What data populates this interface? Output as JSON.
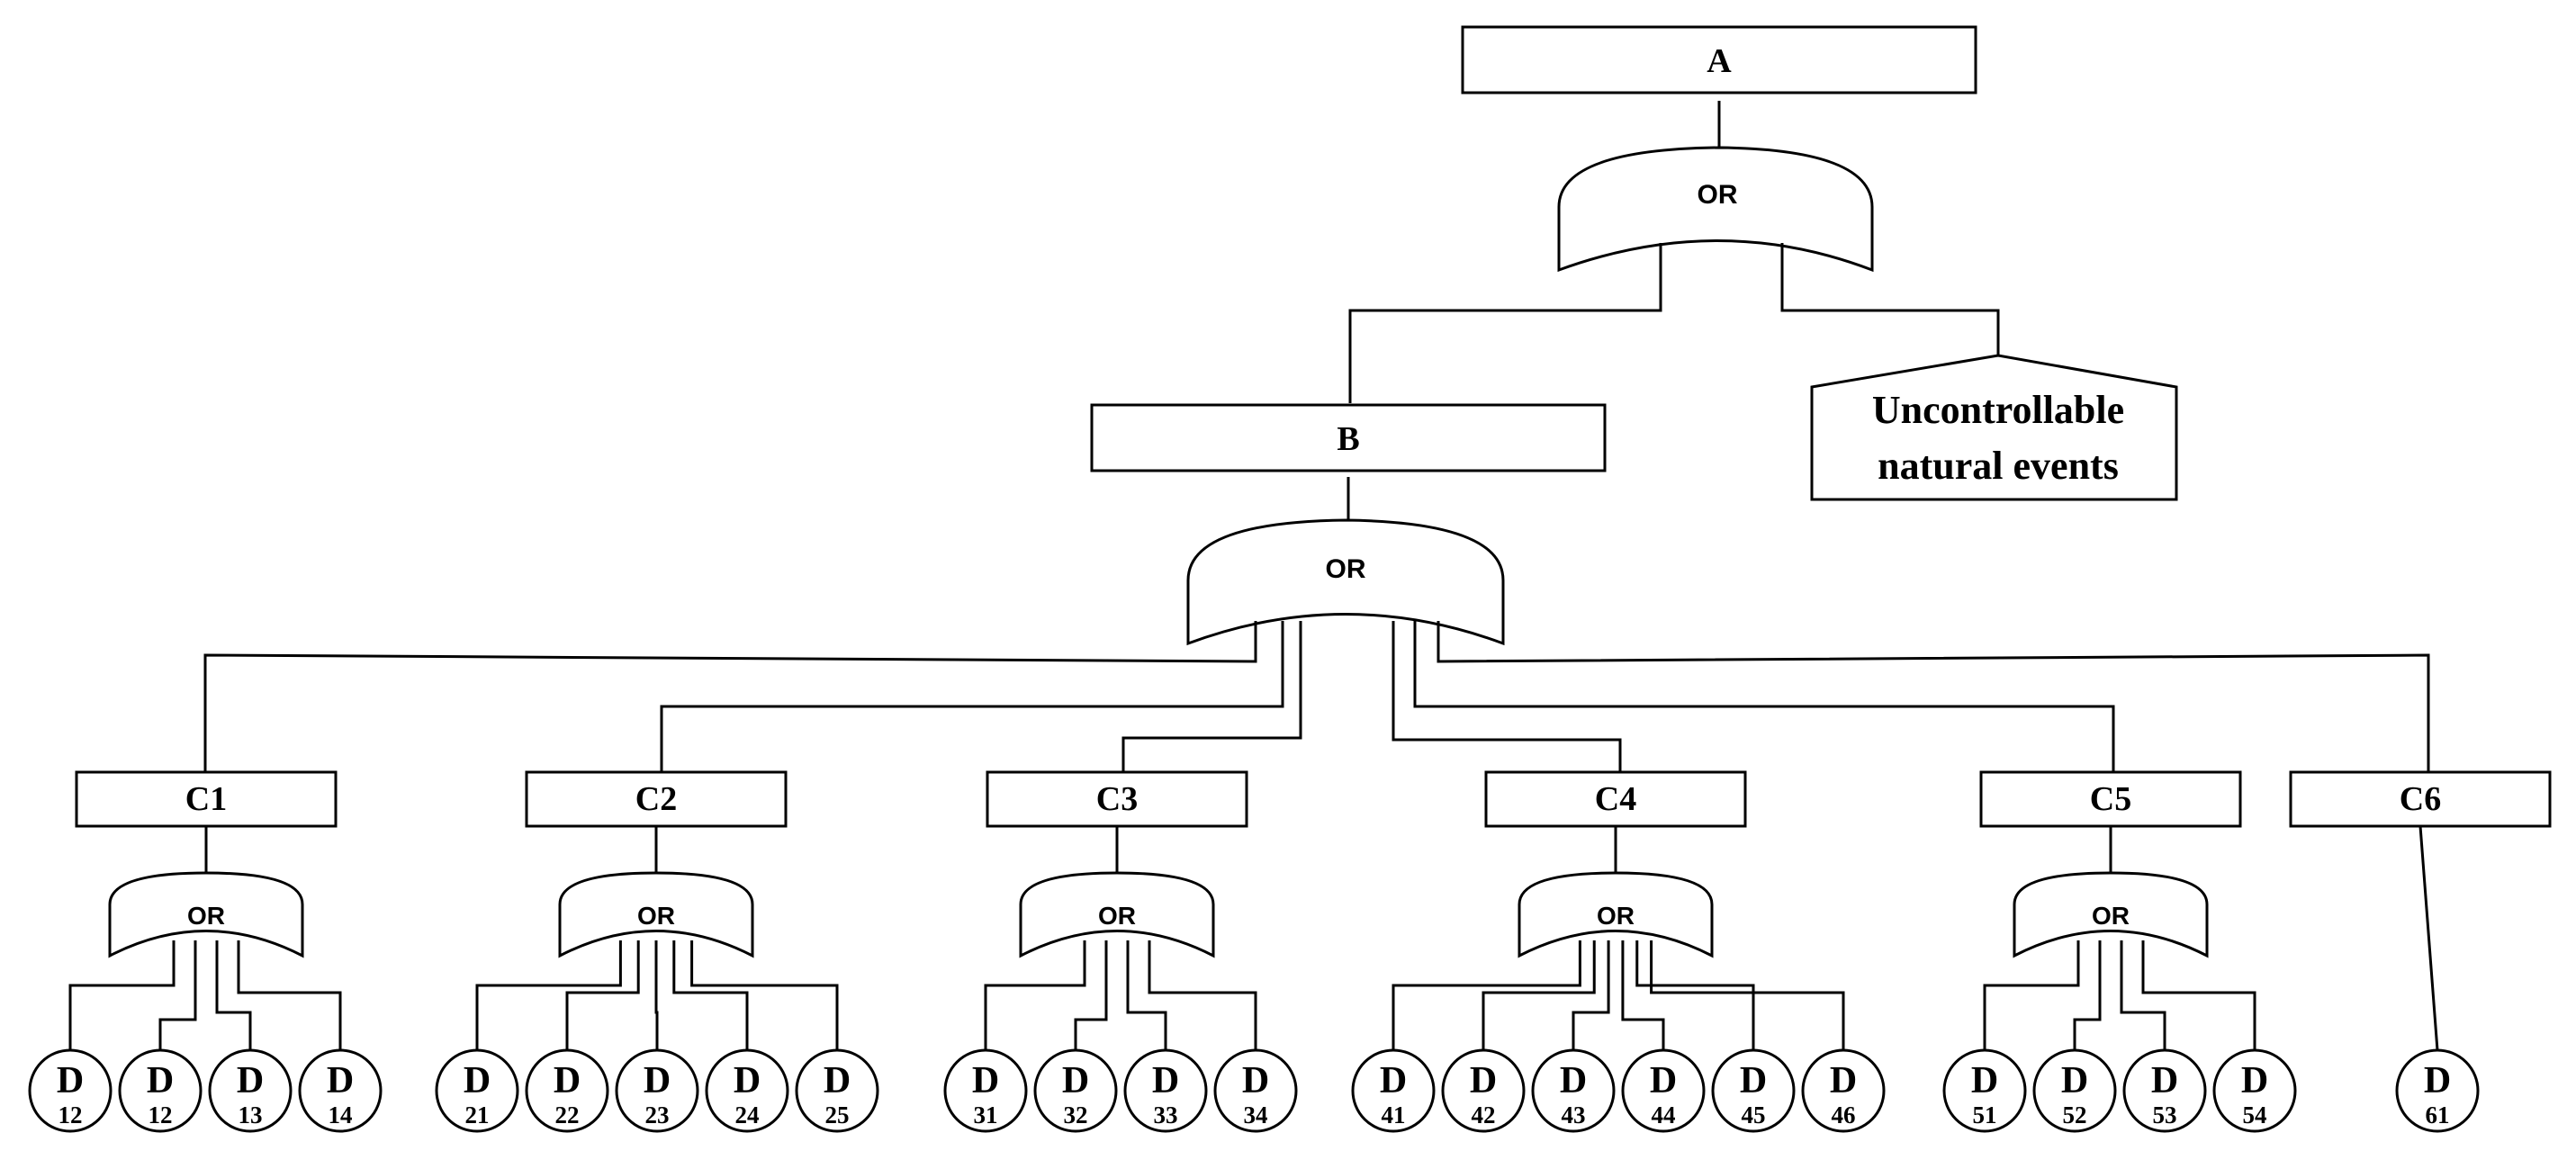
{
  "top_event": "A",
  "top_gate": "OR",
  "intermediate_event": "B",
  "intermediate_gate": "OR",
  "undeveloped_event": [
    "Uncontrollable",
    "natural events"
  ],
  "colors": {
    "stroke": "#000000",
    "background": "#ffffff"
  },
  "categories": [
    {
      "label": "C1",
      "gate": "OR",
      "leaves": [
        {
          "letter": "D",
          "num": "12"
        },
        {
          "letter": "D",
          "num": "12"
        },
        {
          "letter": "D",
          "num": "13"
        },
        {
          "letter": "D",
          "num": "14"
        }
      ]
    },
    {
      "label": "C2",
      "gate": "OR",
      "leaves": [
        {
          "letter": "D",
          "num": "21"
        },
        {
          "letter": "D",
          "num": "22"
        },
        {
          "letter": "D",
          "num": "23"
        },
        {
          "letter": "D",
          "num": "24"
        },
        {
          "letter": "D",
          "num": "25"
        }
      ]
    },
    {
      "label": "C3",
      "gate": "OR",
      "leaves": [
        {
          "letter": "D",
          "num": "31"
        },
        {
          "letter": "D",
          "num": "32"
        },
        {
          "letter": "D",
          "num": "33"
        },
        {
          "letter": "D",
          "num": "34"
        }
      ]
    },
    {
      "label": "C4",
      "gate": "OR",
      "leaves": [
        {
          "letter": "D",
          "num": "41"
        },
        {
          "letter": "D",
          "num": "42"
        },
        {
          "letter": "D",
          "num": "43"
        },
        {
          "letter": "D",
          "num": "44"
        },
        {
          "letter": "D",
          "num": "45"
        },
        {
          "letter": "D",
          "num": "46"
        }
      ]
    },
    {
      "label": "C5",
      "gate": "OR",
      "leaves": [
        {
          "letter": "D",
          "num": "51"
        },
        {
          "letter": "D",
          "num": "52"
        },
        {
          "letter": "D",
          "num": "53"
        },
        {
          "letter": "D",
          "num": "54"
        }
      ]
    },
    {
      "label": "C6",
      "gate": null,
      "leaves": [
        {
          "letter": "D",
          "num": "61"
        }
      ]
    }
  ]
}
